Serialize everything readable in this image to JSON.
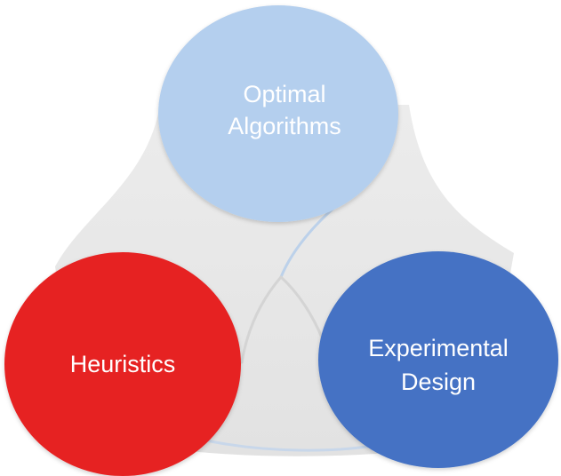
{
  "diagram": {
    "nodes": {
      "optimal": {
        "line1": "Optimal",
        "line2": "Algorithms",
        "color": "#b4cfee"
      },
      "heuristics": {
        "line1": "Heuristics",
        "color": "#e62424"
      },
      "experimental": {
        "line1": "Experimental",
        "line2": "Design",
        "color": "#4472c4"
      }
    },
    "colors": {
      "background_shape": "#e6e6e6",
      "connector": "#bcd1ea",
      "text": "#ffffff"
    }
  }
}
